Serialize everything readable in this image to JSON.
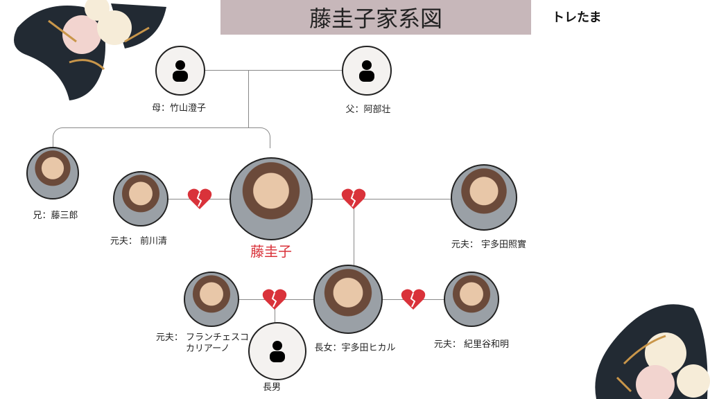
{
  "title": "藤圭子家系図",
  "brand": "トレたま",
  "people": {
    "mother": "母：竹山澄子",
    "father": "父：阿部壮",
    "brother": "兄：藤三郎",
    "ex1": "元夫： 前川清",
    "self": "藤圭子",
    "ex2": "元夫： 宇多田照實",
    "daughter": "長女：宇多田ヒカル",
    "d_ex1_line1": "元夫： フランチェスコ",
    "d_ex1_line2": "カリアーノ",
    "d_ex2": "元夫： 紀里谷和明",
    "son": "長男"
  },
  "colors": {
    "accent": "#d9323a",
    "title_bg": "#c7b7ba"
  }
}
